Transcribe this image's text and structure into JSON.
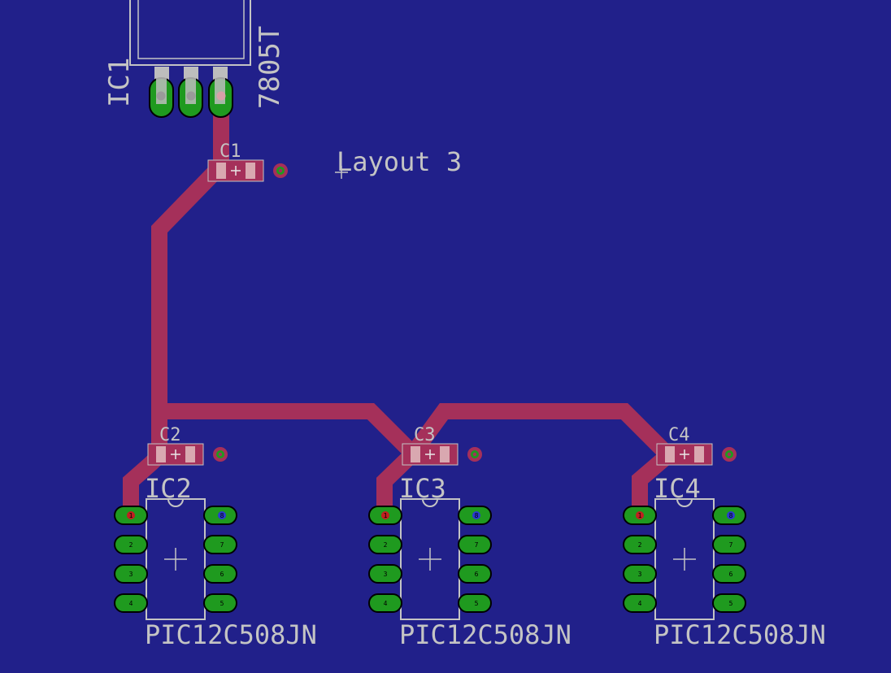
{
  "title": "Layout 3",
  "regulator": {
    "name": "IC1",
    "value": "7805T"
  },
  "capacitors": [
    {
      "name": "C1"
    },
    {
      "name": "C2"
    },
    {
      "name": "C3"
    },
    {
      "name": "C4"
    }
  ],
  "chips": [
    {
      "name": "IC2",
      "value": "PIC12C508JN",
      "pins": [
        "1",
        "2",
        "3",
        "4",
        "5",
        "6",
        "7",
        "8"
      ]
    },
    {
      "name": "IC3",
      "value": "PIC12C508JN",
      "pins": [
        "1",
        "2",
        "3",
        "4",
        "5",
        "6",
        "7",
        "8"
      ]
    },
    {
      "name": "IC4",
      "value": "PIC12C508JN",
      "pins": [
        "1",
        "2",
        "3",
        "4",
        "5",
        "6",
        "7",
        "8"
      ]
    }
  ],
  "colors": {
    "background": "#21208a",
    "trace": "#a5305a",
    "pad": "#1f9a1f",
    "silkscreen": "#c4c4c4",
    "smd_pad": "#d9a8b0"
  }
}
